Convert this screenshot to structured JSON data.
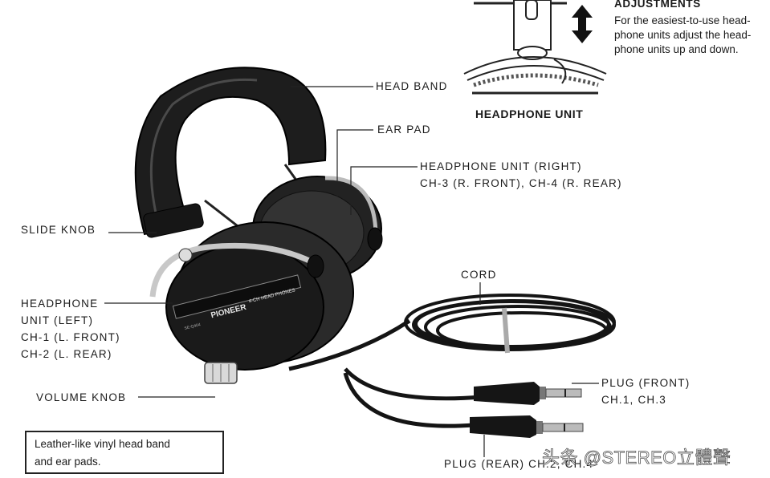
{
  "adjustments": {
    "title": "ADJUSTMENTS",
    "lines": [
      "For the easiest-to-use head-",
      "phone units adjust the head-",
      "phone units up and down."
    ]
  },
  "inset_caption": "HEADPHONE UNIT",
  "labels": {
    "head_band": "HEAD BAND",
    "ear_pad": "EAR PAD",
    "unit_right_line1": "HEADPHONE UNIT (RIGHT)",
    "unit_right_line2": "CH-3 (R. FRONT), CH-4 (R. REAR)",
    "slide_knob": "SLIDE KNOB",
    "unit_left_line1": "HEADPHONE",
    "unit_left_line2": "UNIT (LEFT)",
    "unit_left_line3": "CH-1 (L. FRONT)",
    "unit_left_line4": "CH-2 (L. REAR)",
    "cord": "CORD",
    "volume_knob": "VOLUME KNOB",
    "plug_front_line1": "PLUG (FRONT)",
    "plug_front_line2": "CH.1, CH.3",
    "plug_rear": "PLUG (REAR) CH.2, CH.4"
  },
  "brand_strip": {
    "brand": "PIONEER",
    "model_text": "4-CH HEAD PHONES",
    "small_text": "SE-Q404"
  },
  "note": {
    "line1": "Leather-like vinyl head band",
    "line2": "and ear pads."
  },
  "watermark": "头条 @STEREO立體聲"
}
